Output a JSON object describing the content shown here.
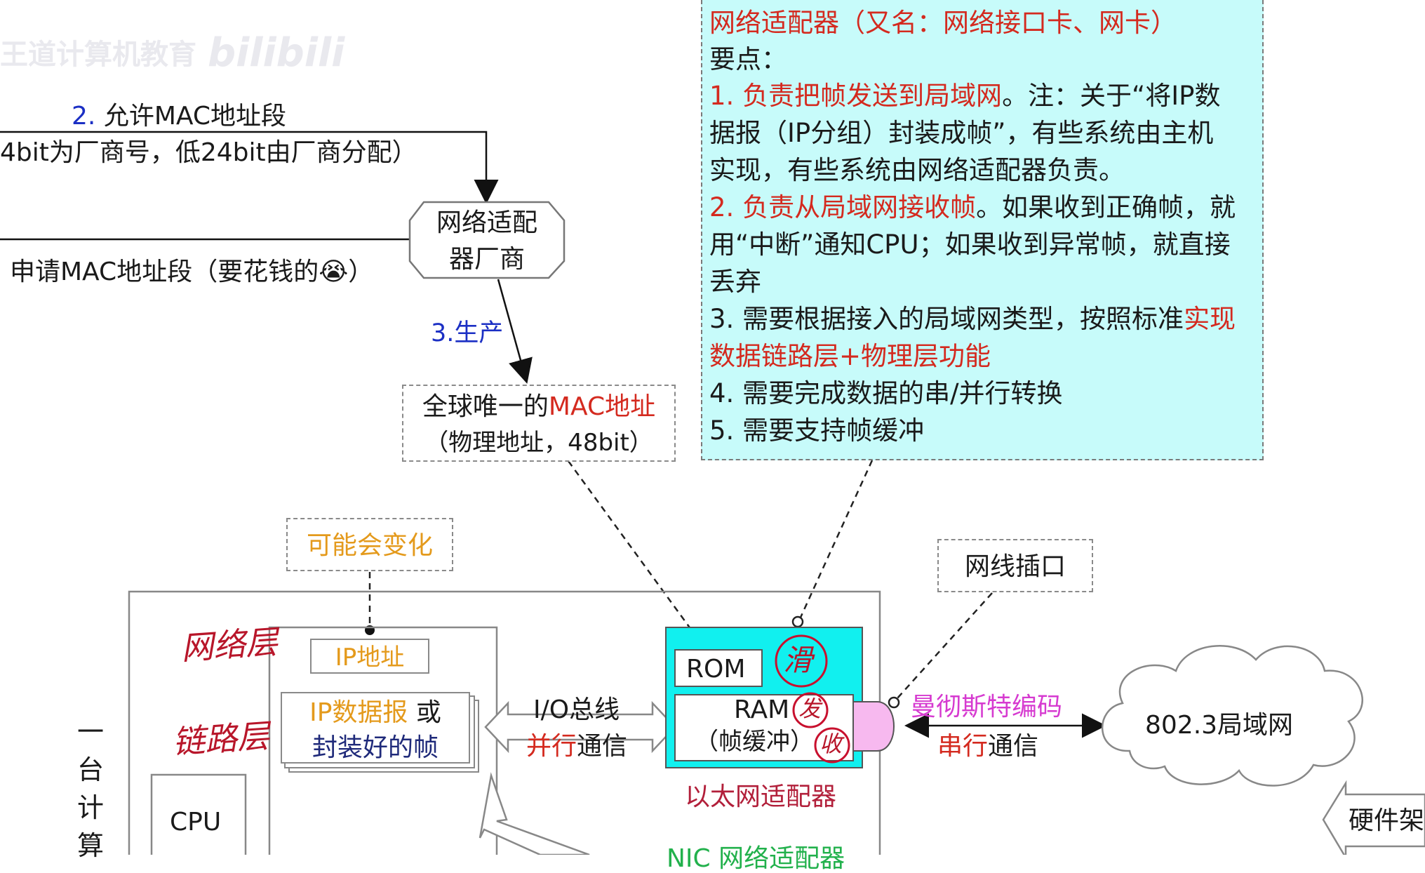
{
  "watermark": {
    "text": "王道计算机教育",
    "logo": "bilibili"
  },
  "vendor_flow": {
    "step2_num": "2.",
    "step2_text": "允许MAC地址段",
    "step2_detail": "4bit为厂商号，低24bit由厂商分配）",
    "apply_text": "申请MAC地址段（要花钱的😭）",
    "vendor_line1": "网络适配",
    "vendor_line2": "器厂商",
    "step3": "3.生产"
  },
  "mac_box": {
    "line1_prefix": "全球唯一的",
    "line1_highlight": "MAC地址",
    "line2": "（物理地址，48bit）"
  },
  "info_box": {
    "title": "网络适配器（又名：网络接口卡、网卡）",
    "subtitle": "要点：",
    "p1_red": "1. 负责把帧发送到局域网",
    "p1_rest": "。注：关于“将IP数",
    "p1_line2_a": "据报（IP分组）封装成帧”，有些系统由",
    "p1_line2_b": "主机",
    "p1_line3": "实现，有些系统由网络适配器负责。",
    "p2_red": "2. 负责从局域网接收帧",
    "p2_rest": "。如果收到正确帧，就",
    "p2_line2": "用“中断”通知CPU；如果收到异常帧，就直接",
    "p2_line3": "丢弃",
    "p3_a": "3. 需要根据接入的局域网类型，按照标准",
    "p3_red1": "实现",
    "p3_red2": "数据链路层+物理层功能",
    "p4": "4. 需要完成数据的串/并行转换",
    "p5": "5. 需要支持帧缓冲"
  },
  "computer": {
    "may_change": "可能会变化",
    "ip_address": "IP地址",
    "datagram_a": "IP数据报",
    "datagram_b": " 或",
    "frame": "封装好的帧",
    "cpu": "CPU",
    "title_chars": [
      "一",
      "台",
      "计",
      "算"
    ],
    "hand_network": "网络层",
    "hand_link": "链路层"
  },
  "bus": {
    "label": "I/O总线",
    "parallel_a": "并行",
    "parallel_b": "通信"
  },
  "ethernet_adapter": {
    "rom": "ROM",
    "ram": "RAM",
    "ram_sub": "（帧缓冲）",
    "name": "以太网适配器",
    "hand_marks": [
      "滑",
      "发",
      "收"
    ],
    "bottom_label": "NIC 网络适配器"
  },
  "port": {
    "label": "网线插口"
  },
  "link": {
    "encoding": "曼彻斯特编码",
    "serial_a": "串行",
    "serial_b": "通信"
  },
  "lan": {
    "label": "802.3局域网"
  },
  "hardware": {
    "label": "硬件架"
  },
  "colors": {
    "red": "#d42a1f",
    "blue": "#1b2fc4",
    "orange": "#e49a1c",
    "cyan_box": "#c7fbfa",
    "adapter_fill": "#11f0ef",
    "port_fill": "#f7b9ef",
    "magenta": "#d63ad0"
  }
}
